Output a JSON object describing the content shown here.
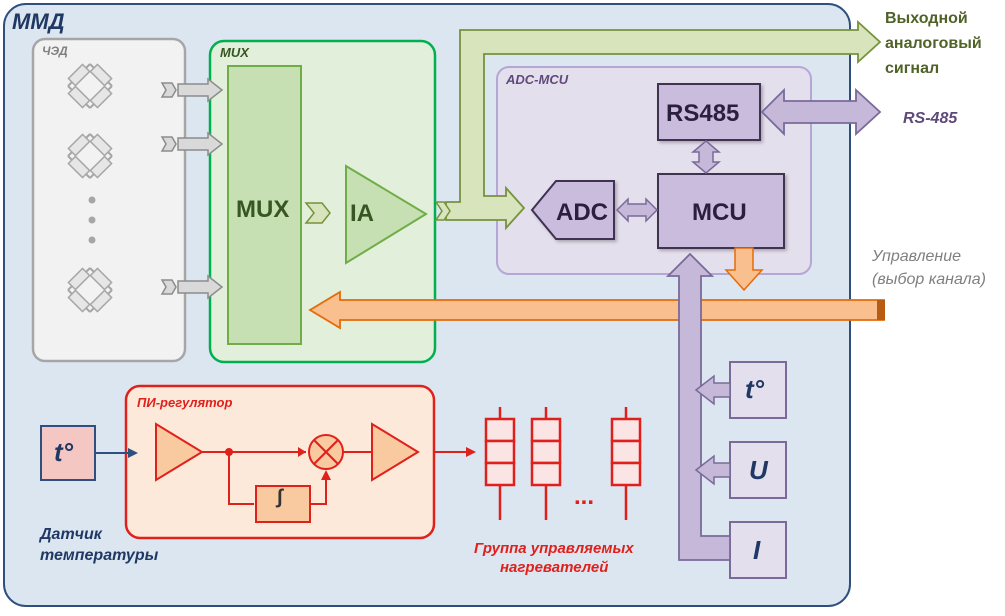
{
  "module": {
    "title": "ММД"
  },
  "sensors": {
    "title": "ЧЭД"
  },
  "mux_block": {
    "title": "MUX",
    "mux_label": "MUX",
    "amp_label": "IA"
  },
  "adc_mcu": {
    "title": "ADC-MCU",
    "rs485_label": "RS485",
    "adc_label": "ADC",
    "mcu_label": "MCU"
  },
  "outputs": {
    "analog_line1": "Выходной",
    "analog_line2": "аналоговый",
    "analog_line3": "сигнал",
    "rs485": "RS-485",
    "control_line1": "Управление",
    "control_line2": "(выбор канала)"
  },
  "pi": {
    "title": "ПИ-регулятор",
    "integrator": "∫"
  },
  "temp_sensor": {
    "symbol": "t°",
    "caption_line1": "Датчик",
    "caption_line2": "температуры"
  },
  "heaters": {
    "ellipsis": "...",
    "caption_line1": "Группа управляемых",
    "caption_line2": "нагревателей"
  },
  "inputs": [
    {
      "symbol": "t°"
    },
    {
      "symbol": "U"
    },
    {
      "symbol": "I"
    }
  ],
  "colors": {
    "module_fill": "#dce6f1",
    "module_stroke": "#2f4f7f",
    "sensor_fill": "#f2f2f2",
    "sensor_stroke": "#a6a6a6",
    "mux_fill": "#e2efda",
    "mux_stroke": "#00b050",
    "mux_inner": "#c6e0b4",
    "mux_inner_stroke": "#70ad47",
    "mcu_area_fill": "#e4dfec",
    "mcu_area_stroke": "#b4a7d6",
    "mcu_block": "#c9bcdc",
    "mcu_block_stroke": "#3f3151",
    "analog_arrow": "#d8e4bc",
    "analog_arrow_stroke": "#76923c",
    "digital_arrow": "#c5b8d9",
    "digital_arrow_stroke": "#7a6a99",
    "control_arrow": "#fabf8f",
    "control_arrow_stroke": "#e36c09",
    "pi_fill": "#fde9d9",
    "pi_stroke": "#e0201b",
    "pi_block": "#f9c9a0",
    "heater_stroke": "#e0201b",
    "red_text": "#e0201b",
    "green_text": "#4f6228",
    "purple_text": "#5f497a",
    "gray_text": "#7f7f7f",
    "navy_text": "#1f3864"
  }
}
